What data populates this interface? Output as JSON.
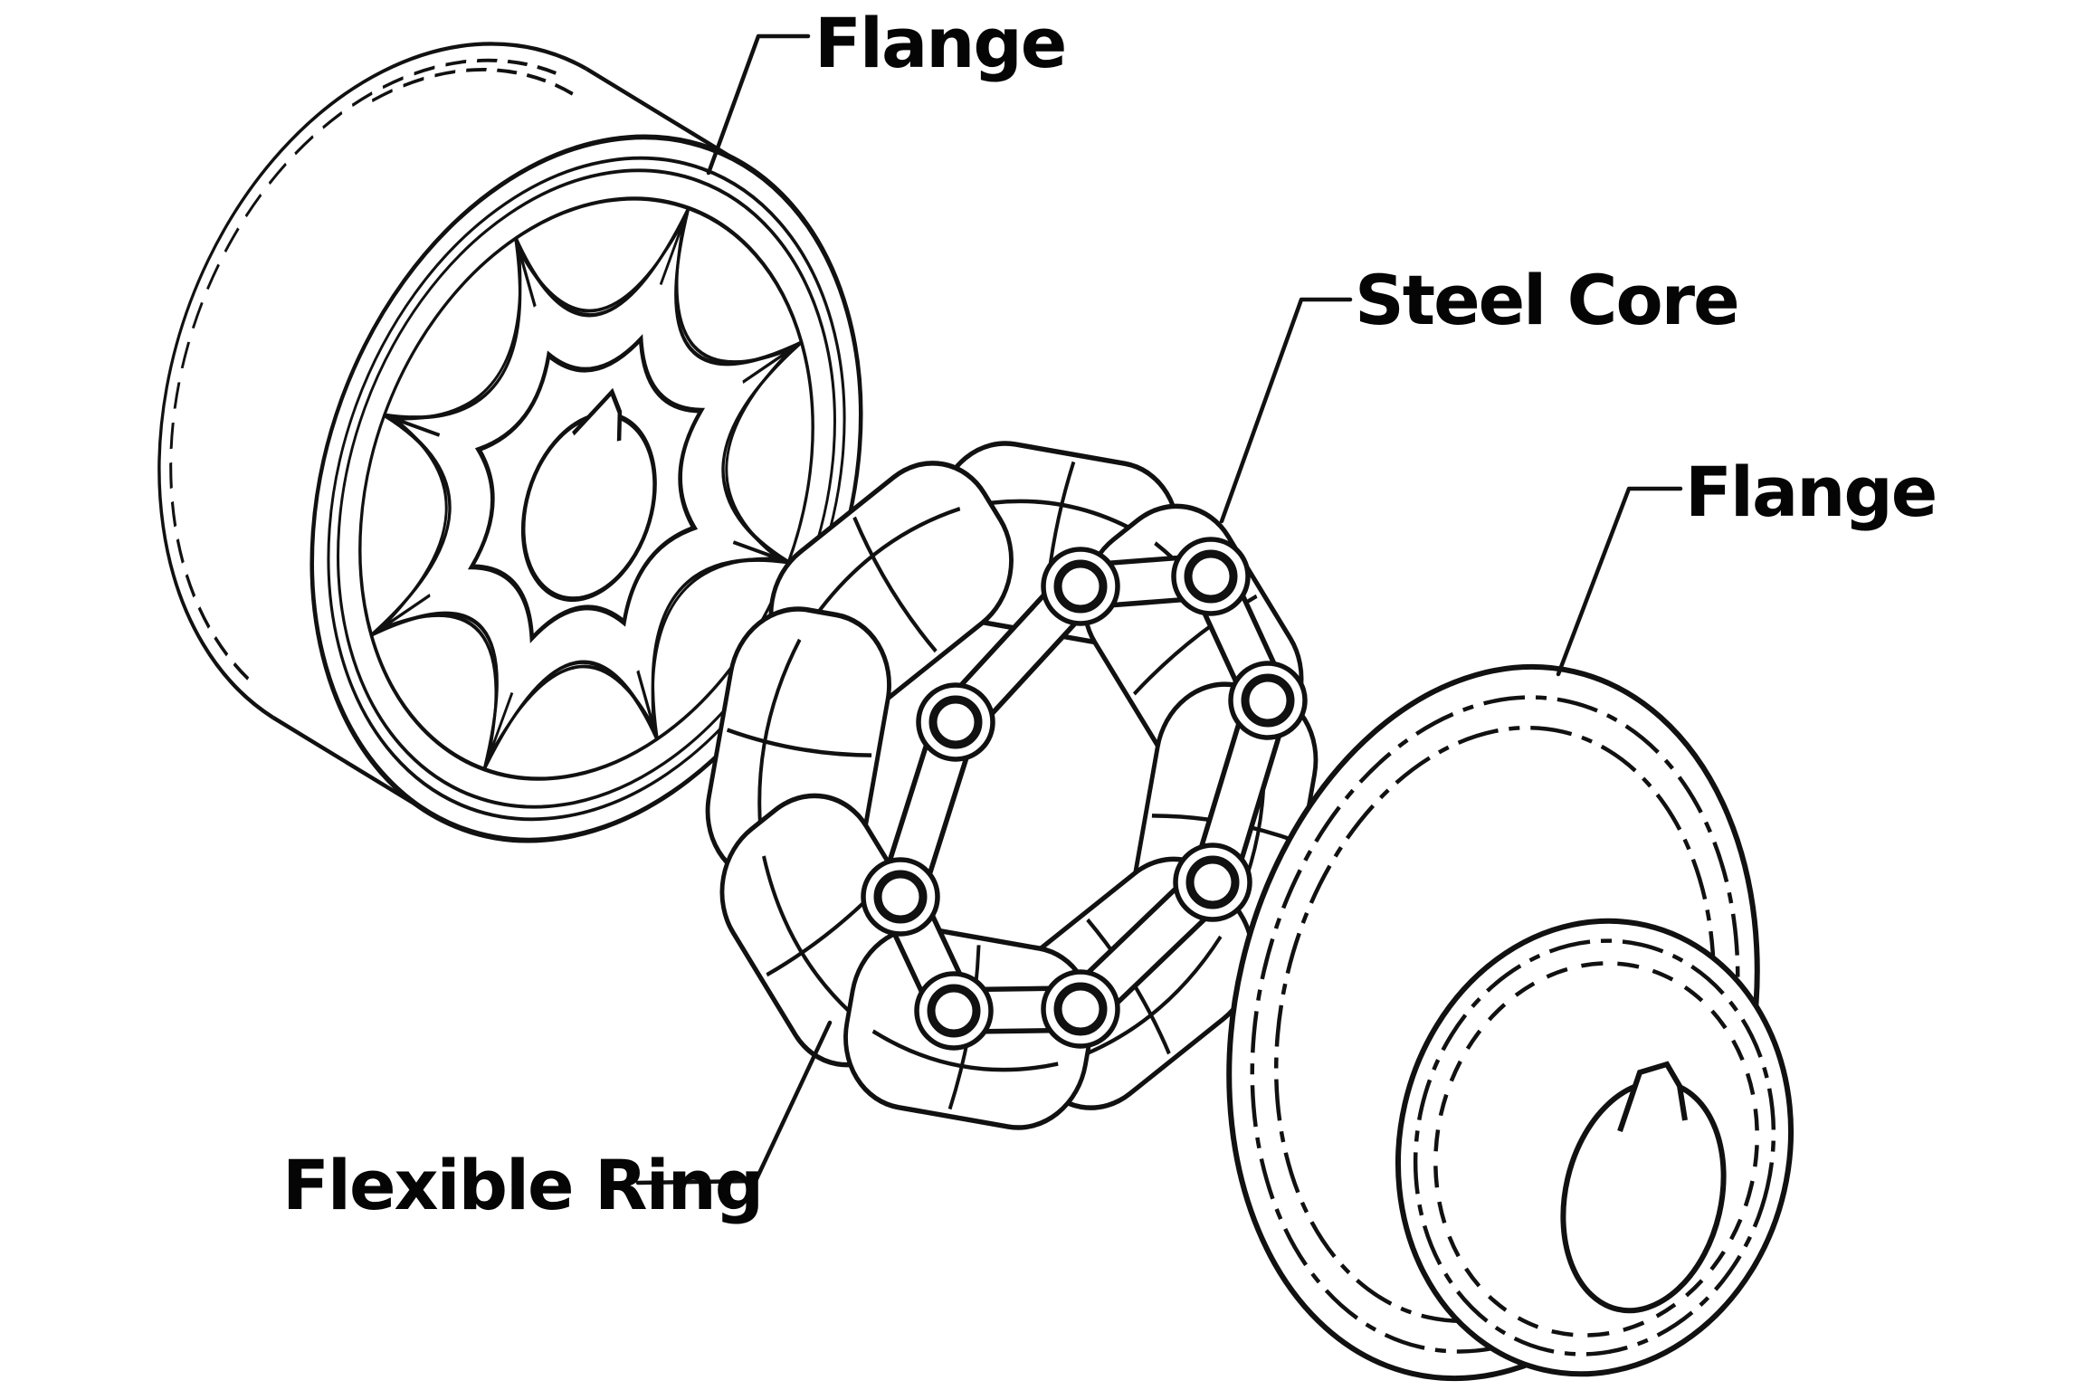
{
  "diagram": {
    "type": "exploded-view-technical-drawing",
    "subject": "flexible jaw coupling assembly",
    "background_color": "#ffffff",
    "line_color": "#111111"
  },
  "labels": {
    "flange_top": "Flange",
    "steel_core": "Steel Core",
    "flange_right": "Flange",
    "flexible_ring": "Flexible Ring"
  }
}
